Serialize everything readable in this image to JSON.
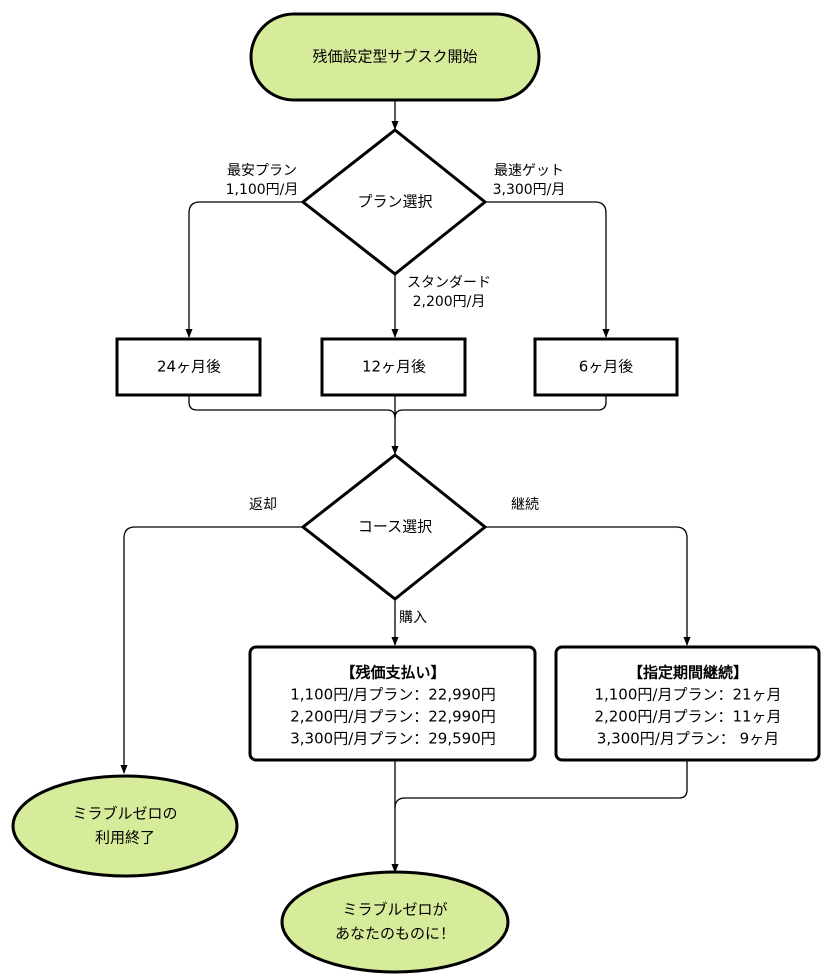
{
  "colors": {
    "terminal_fill": "#d6ec9b",
    "stroke": "#000000",
    "background": "#ffffff"
  },
  "nodes": {
    "start": "残価設定型サブスク開始",
    "plan_decision": "プラン選択",
    "box_24": "24ヶ月後",
    "box_12": "12ヶ月後",
    "box_6": "6ヶ月後",
    "course_decision": "コース選択",
    "residual": {
      "title": "【残価支払い】",
      "lines": [
        "1,100円/月プラン：22,990円",
        "2,200円/月プラン：22,990円",
        "3,300円/月プラン：29,590円"
      ]
    },
    "continue_box": {
      "title": "【指定期間継続】",
      "lines": [
        "1,100円/月プラン：21ヶ月",
        "2,200円/月プラン：11ヶ月",
        "3,300円/月プラン： 9ヶ月"
      ]
    },
    "end_return": [
      "ミラブルゼロの",
      "利用終了"
    ],
    "end_own": [
      "ミラブルゼロが",
      "あなたのものに！"
    ]
  },
  "edges": {
    "cheapest": [
      "最安プラン",
      "1,100円/月"
    ],
    "standard": [
      "スタンダード",
      "2,200円/月"
    ],
    "fastest": [
      "最速ゲット",
      "3,300円/月"
    ],
    "return": "返却",
    "continue": "継続",
    "purchase": "購入"
  }
}
